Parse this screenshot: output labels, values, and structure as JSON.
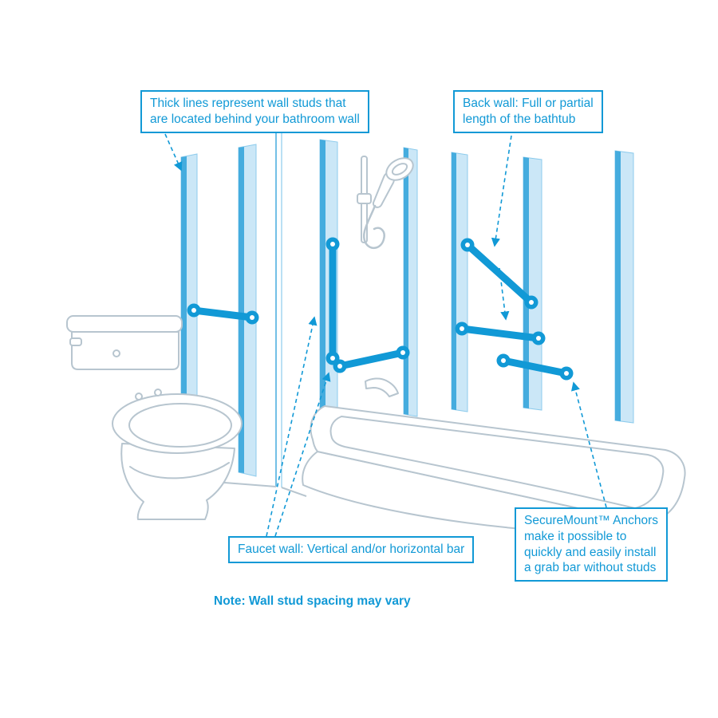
{
  "callouts": {
    "studs": {
      "lines": [
        "Thick lines represent wall studs that",
        "are located behind your bathroom wall"
      ]
    },
    "back_wall": {
      "lines": [
        "Back wall: Full or partial",
        "length of the bathtub"
      ]
    },
    "faucet_wall": {
      "lines": [
        "Faucet wall: Vertical and/or horizontal bar"
      ]
    },
    "securemount": {
      "lines": [
        "SecureMount™ Anchors",
        "make it possible to",
        "quickly and easily install",
        "a grab bar without studs"
      ]
    }
  },
  "note": "Note: Wall stud spacing may vary",
  "colors": {
    "accent_blue": "#1199D6",
    "stud_fill": "#CBE7F7",
    "stud_edge": "#45ACDE",
    "fixture_outline": "#B7C5CF"
  }
}
